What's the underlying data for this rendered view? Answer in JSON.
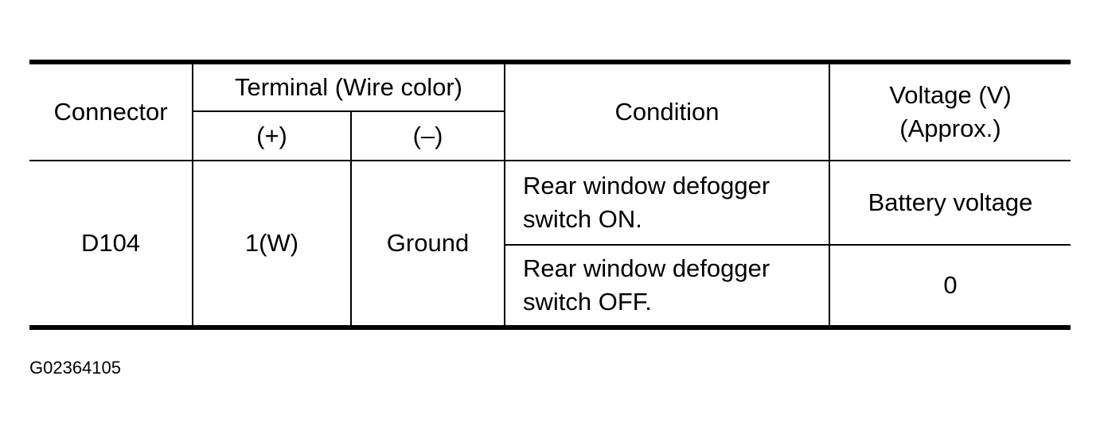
{
  "table": {
    "headers": {
      "connector": "Connector",
      "terminal": "Terminal (Wire color)",
      "plus": "(+)",
      "minus": "(–)",
      "condition": "Condition",
      "voltage_line1": "Voltage (V)",
      "voltage_line2": "(Approx.)"
    },
    "rows": [
      {
        "connector": "D104",
        "plus": "1(W)",
        "minus": "Ground",
        "condition_line1": "Rear window defogger",
        "condition_line2": "switch ON.",
        "voltage": "Battery voltage"
      },
      {
        "condition_line1": "Rear window defogger",
        "condition_line2": "switch OFF.",
        "voltage": "0"
      }
    ]
  },
  "figure_code": "G02364105"
}
